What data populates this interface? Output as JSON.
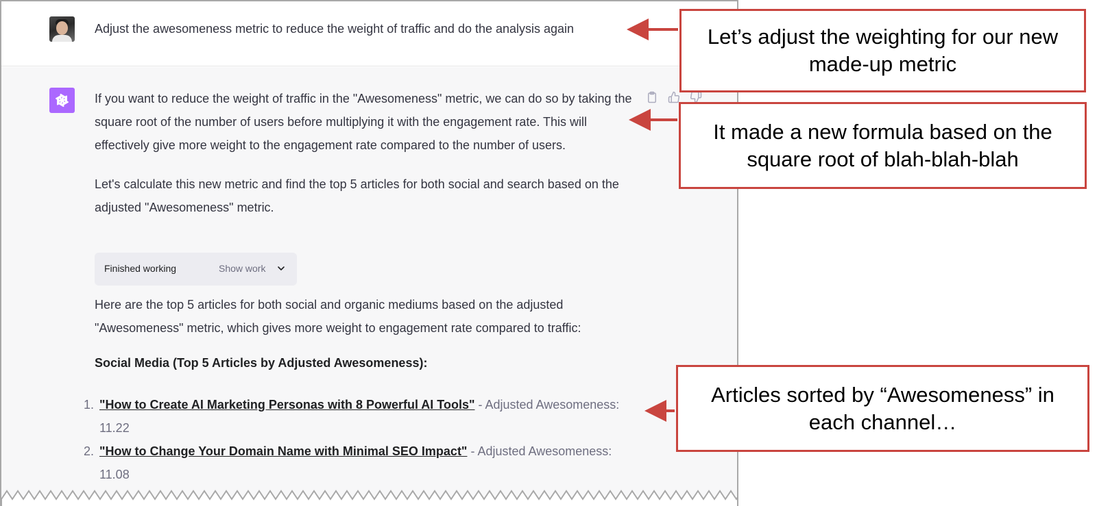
{
  "conversation": {
    "user_message": "Adjust the awesomeness metric to reduce the weight of traffic and do the analysis again",
    "assistant": {
      "paragraph_1": "If you want to reduce the weight of traffic in the \"Awesomeness\" metric, we can do so by taking the square root of the number of users before multiplying it with the engagement rate. This will effectively give more weight to the engagement rate compared to the number of users.",
      "paragraph_2": "Let's calculate this new metric and find the top 5 articles for both social and search based on the adjusted \"Awesomeness\" metric.",
      "work_status": "Finished working",
      "show_work_label": "Show work",
      "paragraph_3": "Here are the top 5 articles for both social and organic mediums based on the adjusted \"Awesomeness\" metric, which gives more weight to engagement rate compared to traffic:",
      "section_heading": "Social Media (Top 5 Articles by Adjusted Awesomeness):",
      "articles": [
        {
          "number": "1.",
          "title": "\"How to Create AI Marketing Personas with 8 Powerful AI Tools\"",
          "suffix": " - Adjusted Awesomeness:",
          "score": "11.22"
        },
        {
          "number": "2.",
          "title": "\"How to Change Your Domain Name with Minimal SEO Impact\"",
          "suffix": " - Adjusted Awesomeness:",
          "score": "11.08"
        }
      ]
    }
  },
  "callouts": [
    {
      "text": "Let’s adjust the weighting for our new made-up metric"
    },
    {
      "text": "It made a new formula based on the square root of blah-blah-blah"
    },
    {
      "text": "Articles sorted by “Awesomeness” in each channel…"
    }
  ],
  "icons": {
    "copy": "clipboard-icon",
    "thumbs_up": "thumbs-up-icon",
    "thumbs_down": "thumbs-down-icon",
    "chevron": "chevron-down-icon",
    "assistant_logo": "openai-logo-icon"
  },
  "colors": {
    "callout_border": "#c9453f",
    "arrow": "#c9453f",
    "assistant_avatar_bg": "#ab68ff",
    "assistant_row_bg": "#f7f7f8",
    "work_box_bg": "#ececf1"
  }
}
